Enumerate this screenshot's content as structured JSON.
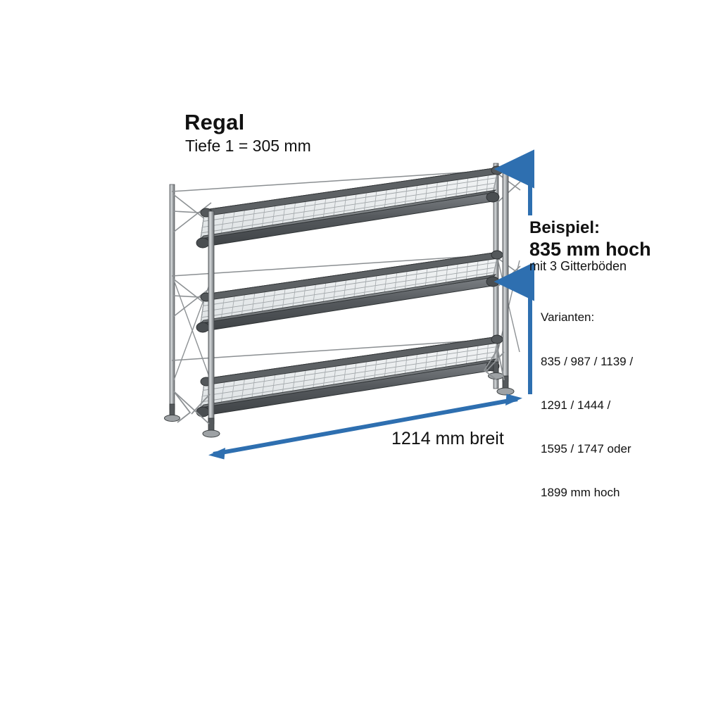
{
  "diagram": {
    "type": "technical-product-drawing",
    "product": "wire shelving rack",
    "title": "Regal",
    "subtitle": "Tiefe 1 = 305 mm",
    "shelf_count": 3,
    "colors": {
      "dimension_arrow": "#2e6fb0",
      "frame_line": "#3a3a3a",
      "beam_dark": "#4d4d4d",
      "beam_light": "#c9ccce",
      "background": "#ffffff",
      "text": "#111111"
    }
  },
  "callouts": {
    "example_label": "Beispiel:",
    "example_height": "835 mm hoch",
    "example_note": "mit 3 Gitterböden",
    "variants_label": "Varianten:",
    "variants_lines": [
      "835 / 987 / 1139 /",
      "1291 / 1444 /",
      "1595 / 1747 oder",
      "1899 mm hoch"
    ],
    "width_label": "1214 mm breit"
  },
  "dimensions": {
    "depth_mm": 305,
    "width_mm": 1214,
    "example_height_mm": 835,
    "height_variants_mm": [
      835,
      987,
      1139,
      1291,
      1444,
      1595,
      1747,
      1899
    ]
  }
}
